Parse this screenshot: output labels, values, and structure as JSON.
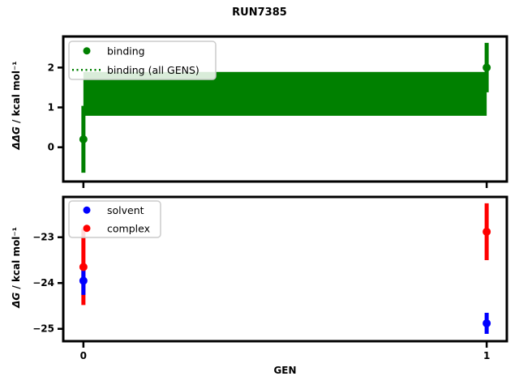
{
  "title": "RUN7385",
  "figure": {
    "background": "#ffffff",
    "accent_colors": {
      "binding": "#008000",
      "solvent": "#0000ff",
      "complex": "#ff0000"
    }
  },
  "chart_data": [
    {
      "type": "scatter",
      "position": "top",
      "ylabel_math": "ΔΔG",
      "ylabel_rest": " / kcal mol⁻¹",
      "xlabel": "",
      "xlim": [
        -0.05,
        1.05
      ],
      "ylim": [
        -0.86,
        2.78
      ],
      "yticks": [
        0,
        1,
        2
      ],
      "xticks": [
        0,
        1
      ],
      "xticklabels": [
        "",
        ""
      ],
      "grid": false,
      "legend_position": "upper left",
      "series": [
        {
          "name": "binding",
          "color": "#008000",
          "x": [
            0,
            1
          ],
          "y": [
            0.2,
            2.0
          ],
          "yerr": [
            0.84,
            0.62
          ]
        }
      ],
      "band": {
        "name": "binding (all GENS)",
        "color": "#008000",
        "x": [
          0,
          1
        ],
        "y_low": 0.79,
        "y_high": 1.89,
        "center": 1.34,
        "line_style": "dotted"
      },
      "legend": [
        {
          "label": "binding",
          "marker": "circle",
          "color": "#008000"
        },
        {
          "label": "binding (all GENS)",
          "marker": "dotted-line",
          "color": "#008000"
        }
      ]
    },
    {
      "type": "scatter",
      "position": "bottom",
      "ylabel_math": "ΔG",
      "ylabel_rest": " / kcal mol⁻¹",
      "xlabel": "GEN",
      "xlim": [
        -0.05,
        1.05
      ],
      "ylim": [
        -25.27,
        -22.12
      ],
      "yticks": [
        -23,
        -24,
        -25
      ],
      "xticks": [
        0,
        1
      ],
      "xticklabels": [
        "0",
        "1"
      ],
      "grid": false,
      "legend_position": "upper left",
      "series": [
        {
          "name": "complex",
          "color": "#ff0000",
          "x": [
            0,
            1
          ],
          "y": [
            -23.65,
            -22.88
          ],
          "yerr": [
            0.83,
            0.62
          ]
        },
        {
          "name": "solvent",
          "color": "#0000ff",
          "x": [
            0,
            1
          ],
          "y": [
            -23.95,
            -24.88
          ],
          "yerr": [
            0.31,
            0.23
          ]
        }
      ],
      "legend": [
        {
          "label": "solvent",
          "marker": "circle",
          "color": "#0000ff"
        },
        {
          "label": "complex",
          "marker": "circle",
          "color": "#ff0000"
        }
      ]
    }
  ]
}
